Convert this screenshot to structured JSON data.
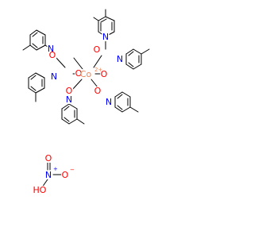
{
  "colors": {
    "carbon": "#000000",
    "oxygen": "#ff0000",
    "nitrogen": "#0000ff",
    "cobalt": "#e8865a",
    "background": "#ffffff"
  },
  "labels": {
    "O": "O",
    "N": "N",
    "Co": "Co",
    "charge_2plus": "2+",
    "plus": "+",
    "minus": "−",
    "HO": "HO"
  }
}
